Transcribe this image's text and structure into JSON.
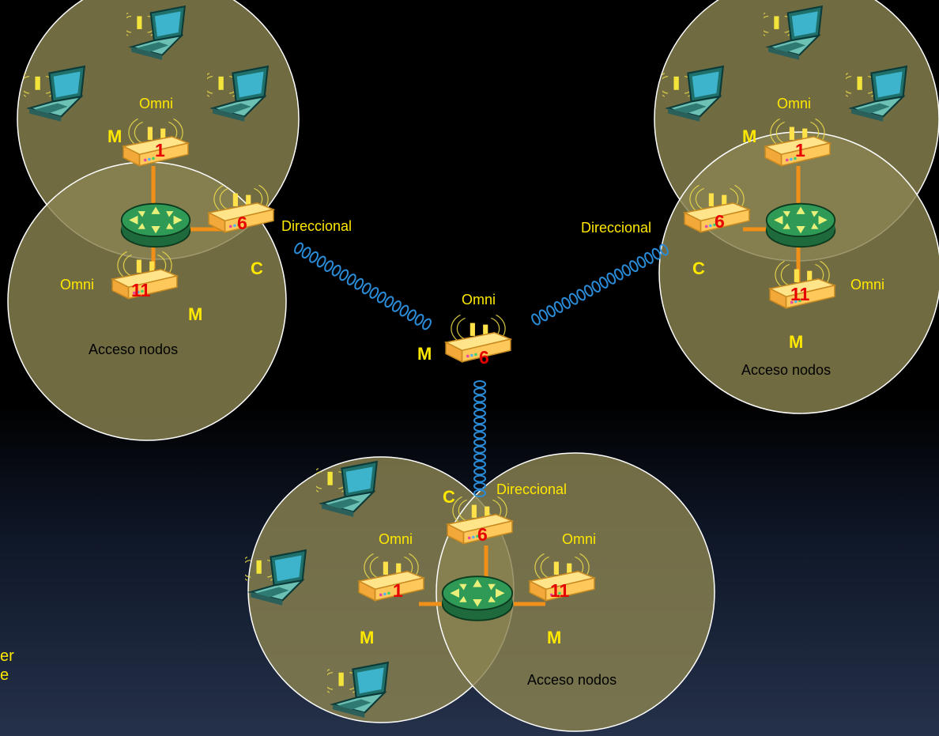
{
  "clusters": {
    "left": {
      "omni_top": "Omni",
      "omni_bottom": "Omni",
      "mode_top": "M",
      "mode_bottom": "M",
      "mode_core": "C",
      "channel_top": "1",
      "channel_core": "6",
      "channel_bottom": "11",
      "access": "Acceso nodos"
    },
    "right": {
      "omni_top": "Omni",
      "omni_bottom": "Omni",
      "mode_top": "M",
      "mode_bottom": "M",
      "mode_core": "C",
      "channel_top": "1",
      "channel_core": "6",
      "channel_bottom": "11",
      "access": "Acceso nodos"
    },
    "bottom": {
      "omni_left": "Omni",
      "omni_right": "Omni",
      "mode_left": "M",
      "mode_right": "M",
      "mode_core": "C",
      "channel_left": "1",
      "channel_core": "6",
      "channel_right": "11",
      "access": "Acceso nodos",
      "directional": "Direccional"
    }
  },
  "center": {
    "omni": "Omni",
    "mode": "M",
    "channel": "6"
  },
  "links": {
    "left": "Direccional",
    "right": "Direccional"
  },
  "side_text": {
    "line1": "er",
    "line2": "e"
  },
  "colors": {
    "label": "#ffe800",
    "channel": "#e60000",
    "cell": "#8a8250",
    "link": "#2a8cd8"
  }
}
